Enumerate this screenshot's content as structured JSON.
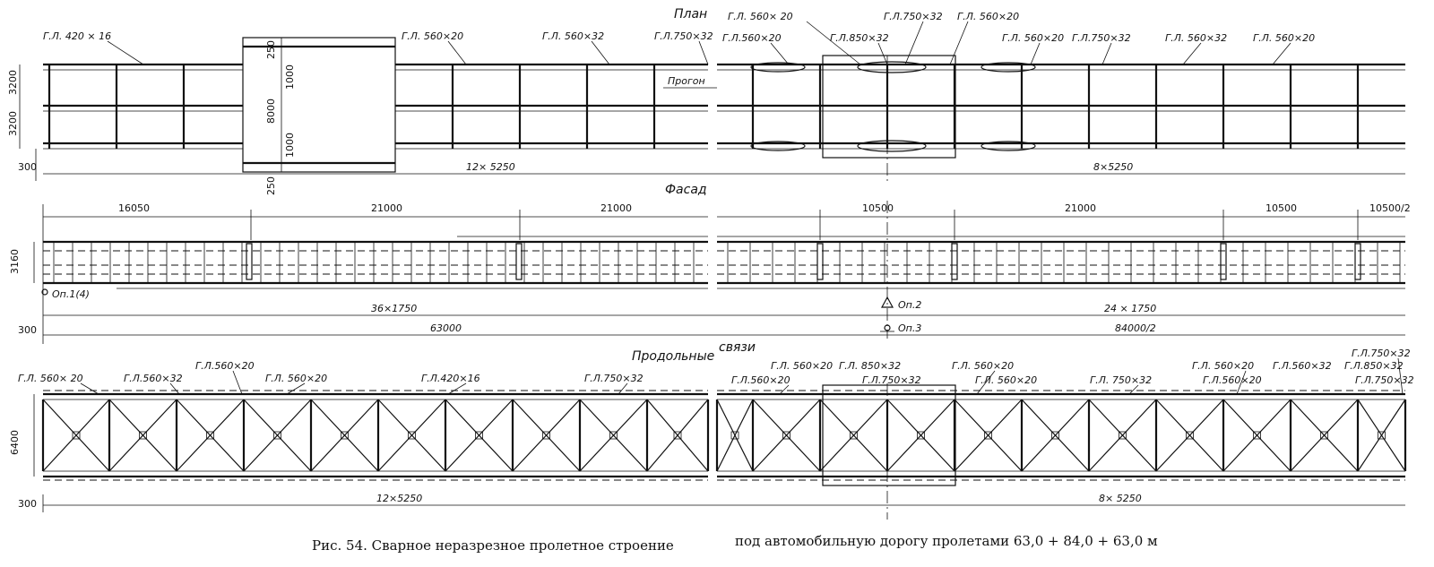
{
  "titles": {
    "plan": "План",
    "facade": "Фасад",
    "bracing_a": "Продольные",
    "bracing_b": "связи",
    "purlin": "Прогон"
  },
  "plan": {
    "plate_labels": [
      "Г.Л. 420 × 16",
      "Г.Л. 560×20",
      "Г.Л. 560×32",
      "Г.Л.750×32",
      "Г.Л.560×20",
      "Г.Л. 560× 20",
      "Г.Л.850×32",
      "Г.Л.750×32",
      "Г.Л. 560×20",
      "Г.Л. 560×20",
      "Г.Л.750×32",
      "Г.Л. 560×32",
      "Г.Л. 560×20"
    ],
    "vertical_dims": [
      "3200",
      "3200",
      "300"
    ],
    "inset_dims": [
      "250",
      "1000",
      "8000",
      "1000",
      "250"
    ],
    "spans": [
      "12× 5250",
      "8×5250"
    ]
  },
  "facade": {
    "top_dims": [
      "16050",
      "21000",
      "21000",
      "10500",
      "21000",
      "10500",
      "10500/2"
    ],
    "height": "3160",
    "left_offset": "300",
    "panels": [
      "36×1750",
      "24 × 1750"
    ],
    "totals": [
      "63000",
      "84000/2"
    ],
    "supports": [
      "Оп.1(4)",
      "Оп.2",
      "Оп.3"
    ]
  },
  "bracing": {
    "plate_labels": [
      "Г.Л. 560× 20",
      "Г.Л.560×32",
      "Г.Л.560×20",
      "Г.Л. 560×20",
      "Г.Л.420×16",
      "Г.Л.750×32",
      "Г.Л. 560×20",
      "Г.Л. 850×32",
      "Г.Л.560×20",
      "Г.Л.750×32",
      "Г.Л. 560×20",
      "Г.Л. 560×20",
      "Г.Л. 750×32",
      "Г.Л. 560×20",
      "Г.Л.560×20",
      "Г.Л.560×32",
      "Г.Л.750×32",
      "Г.Л.850×32",
      "Г.Л.750×32"
    ],
    "height": "6400",
    "left_offset": "300",
    "spans": [
      "12×5250",
      "8× 5250"
    ]
  },
  "caption": {
    "left": "Рис. 54. Сварное неразрезное пролетное строение",
    "right": "под автомобильную дорогу пролетами 63,0 + 84,0 + 63,0 м"
  }
}
